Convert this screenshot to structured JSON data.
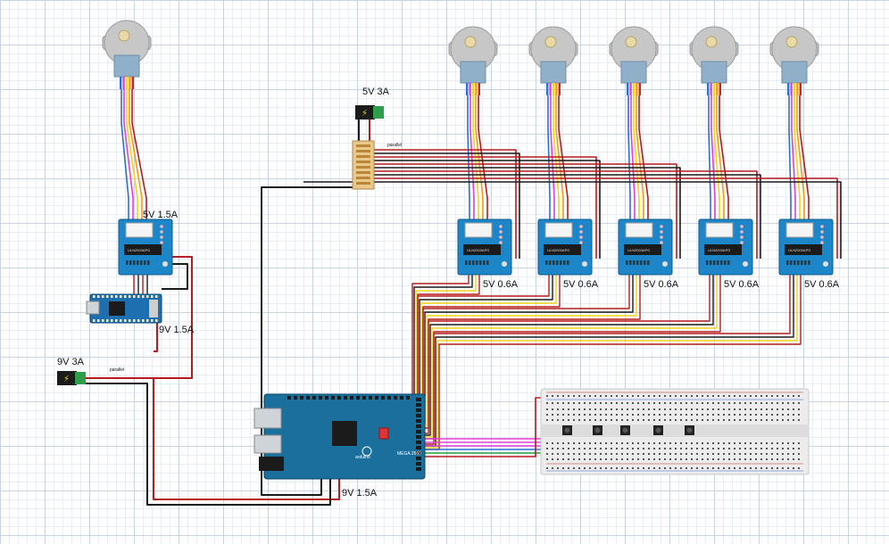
{
  "labels": {
    "nano_driver_power": "5V 1.5A",
    "nano_power": "9V 1.5A",
    "main_supply_5v": "5V 3A",
    "main_supply_9v": "9V 3A",
    "mega_power": "9V 1.5A",
    "parallel_top": "parallel",
    "parallel_left": "parallel",
    "driver_power": [
      "5V 0.6A",
      "5V 0.6A",
      "5V 0.6A",
      "5V 0.6A",
      "5V 0.6A"
    ]
  },
  "board_text": {
    "mega_label": "MEGA 2560",
    "mega_brand": "arduino",
    "driver_chip": "ULN2003APG"
  },
  "colors": {
    "wire_red": "#b71c1c",
    "wire_black": "#1a1a1a",
    "wire_yellow": "#f2d41a",
    "wire_pink": "#e23fd8",
    "wire_blue": "#2a6fd6",
    "wire_green": "#1fa03a",
    "driver_board": "#1d86c8",
    "mega_board": "#1b6f9c",
    "nano_board": "#1d6fb0",
    "motor_body": "#c7c7c7",
    "motor_base": "#8fb0c8"
  },
  "components": {
    "stepper_motors": 6,
    "driver_boards": 6,
    "push_buttons": 5
  }
}
